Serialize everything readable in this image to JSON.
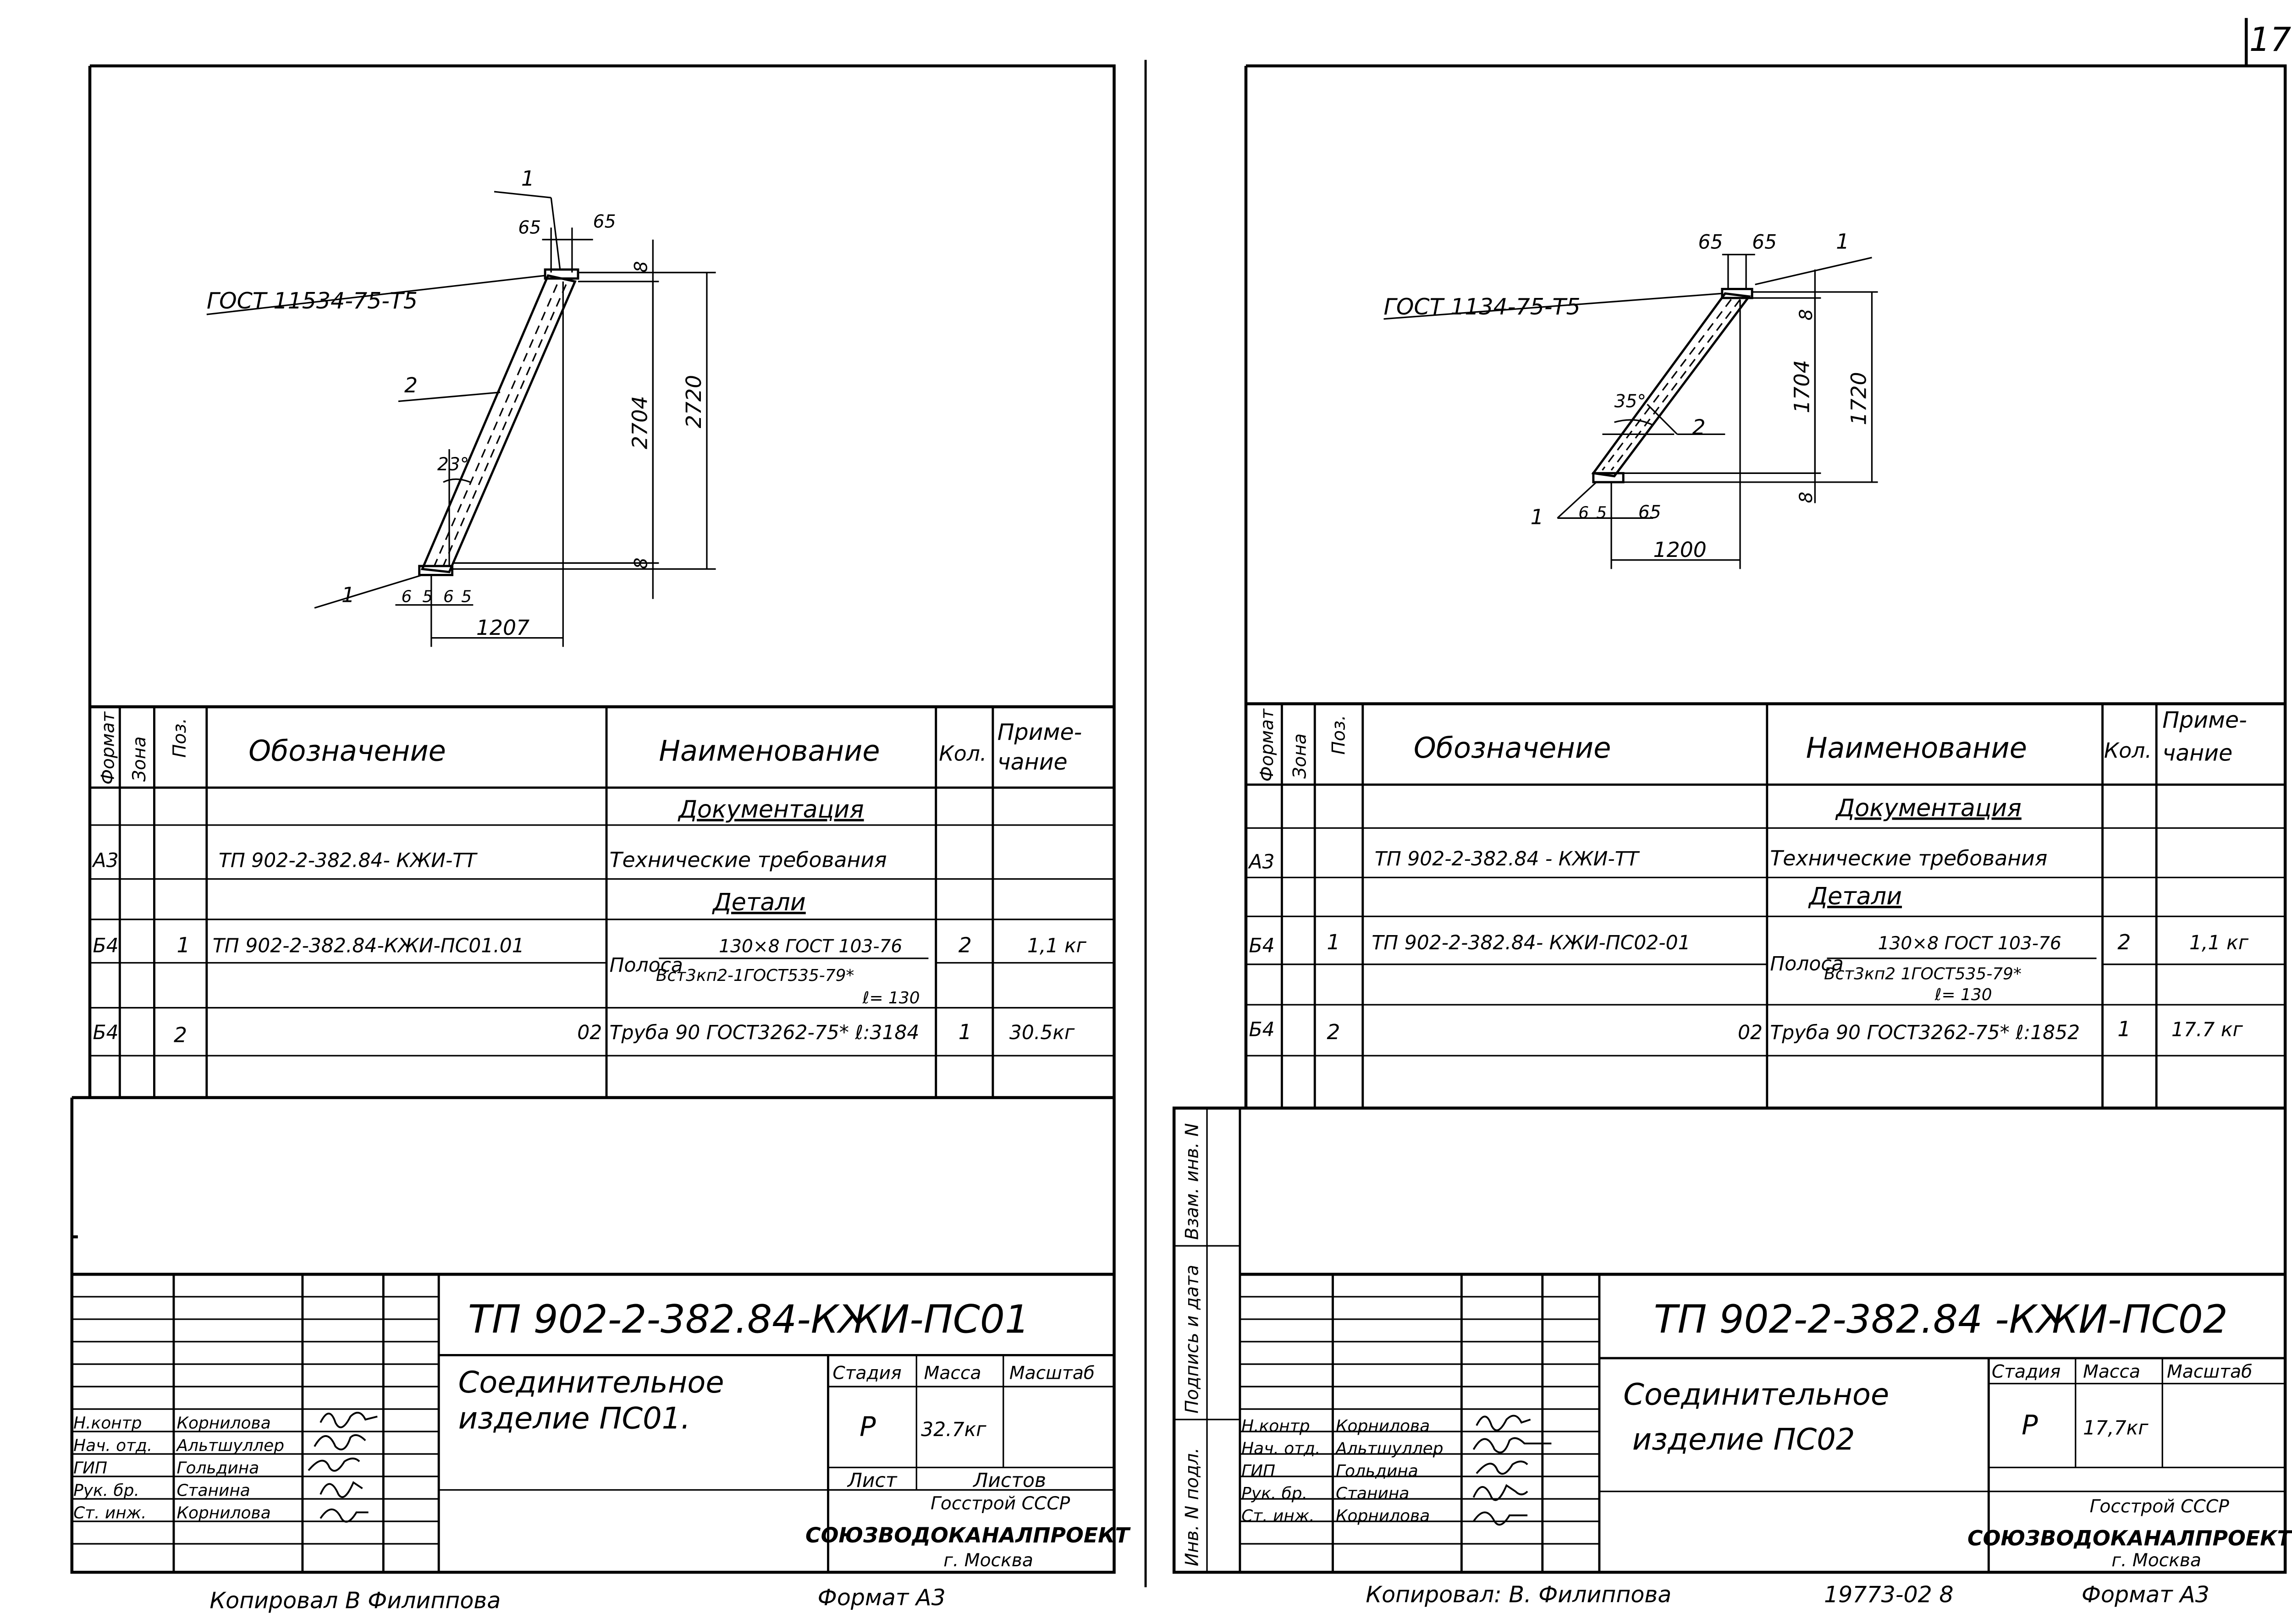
{
  "page_number": "17",
  "sheets": [
    {
      "drawing": {
        "gost_label": "ГОСТ 11534-75-Т5",
        "pos1_top": "1",
        "pos1_bottom": "1",
        "pos2": "2",
        "angle": "23°",
        "dim_top_left": "65",
        "dim_top_right": "65",
        "dim_8_top": "8",
        "dim_8_bottom": "8",
        "dim_height_inner": "2704",
        "dim_height_outer": "2720",
        "dim_bottom_1": "6",
        "dim_bottom_2": "5",
        "dim_bottom_3": "6",
        "dim_bottom_4": "5",
        "dim_width": "1207"
      },
      "spec": {
        "headers": {
          "format": "Формат",
          "zone": "Зона",
          "pos": "Поз.",
          "designation": "Обозначение",
          "name": "Наименование",
          "qty": "Кол.",
          "note": "Приме-чание"
        },
        "section_docs": "Документация",
        "section_parts": "Детали",
        "rows": [
          {
            "format": "А3",
            "pos": "",
            "designation": "ТП 902-2-382.84- КЖИ-ТТ",
            "name": "Технические требования",
            "qty": "",
            "note": ""
          },
          {
            "format": "Б4",
            "pos": "1",
            "designation": "ТП 902-2-382.84-КЖИ-ПС01.01",
            "name_main": "Полоса",
            "name_top": "130×8 ГОСТ 103-76",
            "name_bottom": "Вст3кп2-1ГОСТ535-79*",
            "name_len": "ℓ= 130",
            "qty": "2",
            "note": "1,1 кг"
          },
          {
            "format": "Б4",
            "pos": "2",
            "designation": "02",
            "name": "Труба 90 ГОСТ3262-75* ℓ:3184",
            "qty": "1",
            "note": "30.5кг"
          }
        ]
      },
      "title_block": {
        "doc_number": "ТП 902-2-382.84-КЖИ-ПС01",
        "title": "Соединительное изделие ПС01.",
        "stage_h": "Стадия",
        "mass_h": "Масса",
        "scale_h": "Масштаб",
        "stage": "Р",
        "mass": "32.7кг",
        "scale": "",
        "sheet_h": "Лист",
        "sheets_h": "Листов",
        "org1": "Госстрой СССР",
        "org2": "СОЮЗВОДОКАНАЛПРОЕКТ",
        "org3": "г. Москва",
        "roles": [
          "Н.контр",
          "Нач. отд.",
          "ГИП",
          "Рук. бр.",
          "Ст. инж."
        ],
        "names": [
          "Корнилова",
          "Альтшуллер",
          "Гольдина",
          "Станина",
          "Корнилова"
        ]
      },
      "footer": {
        "copied": "Копировал   В Филиппова",
        "format": "Формат   А3"
      }
    },
    {
      "drawing": {
        "gost_label": "ГОСТ 1134-75-Т5",
        "pos1_top": "1",
        "pos1_bottom": "1",
        "pos2": "2",
        "angle": "35°",
        "dim_top_left": "65",
        "dim_top_right": "65",
        "dim_8_top": "8",
        "dim_8_bottom": "8",
        "dim_height_inner": "1704",
        "dim_height_outer": "1720",
        "dim_bottom_1": "6",
        "dim_bottom_2": "5",
        "dim_bottom_3": "65",
        "dim_width": "1200"
      },
      "spec": {
        "headers": {
          "format": "Формат",
          "zone": "Зона",
          "pos": "Поз.",
          "designation": "Обозначение",
          "name": "Наименование",
          "qty": "Кол.",
          "note": "Приме-чание"
        },
        "section_docs": "Документация",
        "section_parts": "Детали",
        "rows": [
          {
            "format": "А3",
            "pos": "",
            "designation": "ТП 902-2-382.84 - КЖИ-ТТ",
            "name": "Технические требования",
            "qty": "",
            "note": ""
          },
          {
            "format": "Б4",
            "pos": "1",
            "designation": "ТП 902-2-382.84- КЖИ-ПС02-01",
            "name_main": "Полоса",
            "name_top": "130×8 ГОСТ 103-76",
            "name_bottom": "Вст3кп2 1ГОСТ535-79*",
            "name_len": "ℓ= 130",
            "qty": "2",
            "note": "1,1 кг"
          },
          {
            "format": "Б4",
            "pos": "2",
            "designation": "02",
            "name": "Труба 90 ГОСТ3262-75* ℓ:1852",
            "qty": "1",
            "note": "17.7 кг"
          }
        ]
      },
      "title_block": {
        "doc_number": "ТП 902-2-382.84 -КЖИ-ПС02",
        "title": "Соединительное изделие ПС02",
        "stage_h": "Стадия",
        "mass_h": "Масса",
        "scale_h": "Масштаб",
        "stage": "Р",
        "mass": "17,7кг",
        "scale": "",
        "sheet_h": "",
        "sheets_h": "",
        "org1": "Госстрой СССР",
        "org2": "СОЮЗВОДОКАНАЛПРОЕКТ",
        "org3": "г. Москва",
        "roles": [
          "Н.контр",
          "Нач. отд.",
          "ГИП",
          "Рук. бр.",
          "Ст. инж."
        ],
        "names": [
          "Корнилова",
          "Альтшуллер",
          "Гольдина",
          "Станина",
          "Корнилова"
        ]
      },
      "side_stamp": [
        "Инв. N подл.",
        "Подпись и дата",
        "Взам. инв. N"
      ],
      "footer": {
        "copied": "Копировал: В. Филиппова",
        "order": "19773-02   8",
        "format": "Формат А3"
      }
    }
  ]
}
